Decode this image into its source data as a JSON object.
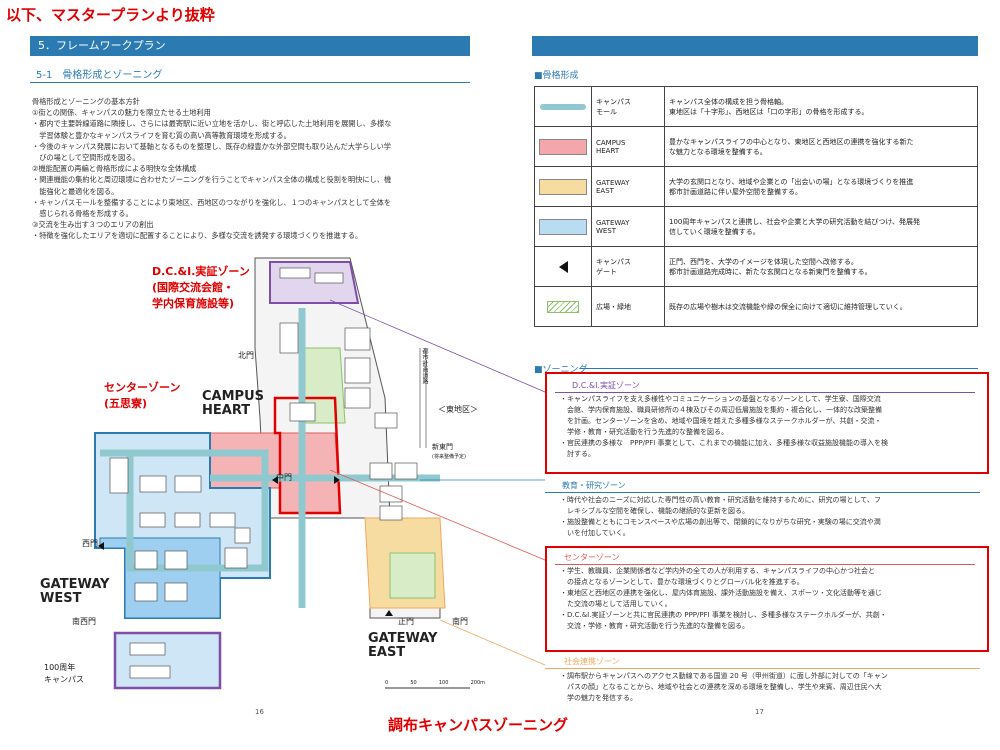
{
  "top_title": "以下、マスタープランより抜粋",
  "bottom_title": "調布キャンパスゾーニング",
  "left_page": {
    "header": "5．フレームワークプラン",
    "section": "5-1　骨格形成とゾーニング",
    "lines": [
      "骨格形成とゾーニングの基本方針",
      "①街との関係、キャンパスの魅力を際立たせる土地利用",
      "・都内で主要幹線道路に隣接し、さらには最寄駅に近い立地を活かし、街と呼応した土地利用を展開し、多様な",
      "　学習体験と豊かなキャンパスライフを育む質の高い高等教育環境を形成する。",
      "・今後のキャンパス発展において基軸となるものを整理し、既存の緑豊かな外部空間も取り込んだ大学らしい学",
      "　びの場として空間形成を図る。",
      "②機能配置の再編と骨格形成による明快な全体構成",
      "・関連機能の集約化と周辺環境に合わせたゾーニングを行うことでキャンパス全体の構成と役割を明快にし、機",
      "　能強化と最適化を図る。",
      "・キャンパスモールを整備することにより東地区、西地区のつながりを強化し、１つのキャンパスとして全体を",
      "　感じられる骨格を形成する。",
      "③交流を生み出す３つのエリアの創出",
      "・特徴を強化したエリアを適切に配置することにより、多様な交流を誘発する環境づくりを推進する。"
    ],
    "page_number": "16",
    "annotations": {
      "dci_zone": [
        "D.C.&I.実証ゾーン",
        "(国際交流会館・",
        "学内保育施設等)"
      ],
      "center_zone": [
        "センターゾーン",
        "(五思寮)"
      ]
    },
    "map": {
      "campus_heart": [
        "CAMPUS",
        "HEART"
      ],
      "gateway_west": [
        "GATEWAY",
        "WEST"
      ],
      "gateway_east": [
        "GATEWAY",
        "EAST"
      ],
      "hundred_year": [
        "100周年",
        "キャンパス"
      ],
      "north_gate": "北門",
      "west_gate": "西門",
      "southwest_gate": "南西門",
      "main_gate": "正門",
      "south_gate": "南門",
      "central_gate": "中門",
      "new_east_gate": [
        "新東門",
        "(将来整備予定)"
      ],
      "east_district": "＜東地区＞",
      "road_label": "都市計画道路",
      "scale_labels": [
        "0",
        "50",
        "100",
        "200m"
      ]
    }
  },
  "right_page": {
    "section": "■骨格形成",
    "legend": [
      {
        "name": [
          "キャンパス",
          "モール"
        ],
        "desc": [
          "キャンパス全体の構成を担う骨格軸。",
          "東地区は「十字形」、西地区は「口の字形」の骨格を形成する。"
        ],
        "color": "#8fc9cf",
        "kind": "line"
      },
      {
        "name": [
          "CAMPUS",
          "HEART"
        ],
        "desc": [
          "豊かなキャンパスライフの中心となり、東地区と西地区の連携を強化する新た",
          "な魅力となる環境を整備する。"
        ],
        "color": "#f4a7aa",
        "kind": "fill"
      },
      {
        "name": [
          "GATEWAY",
          "EAST"
        ],
        "desc": [
          "大学の玄関口となり、地域や企業との「出会いの場」となる環境づくりを推進",
          "都市計画道路に伴い屋外空間を整備する。"
        ],
        "color": "#f6dca0",
        "kind": "fill"
      },
      {
        "name": [
          "GATEWAY",
          "WEST"
        ],
        "desc": [
          "100周年キャンパスと連携し、社会や企業と大学の研究活動を結びつけ、発展発",
          "信していく環境を整備する。"
        ],
        "color": "#b9dcf2",
        "kind": "fill"
      },
      {
        "name": [
          "キャンパス",
          "ゲート"
        ],
        "desc": [
          "正門、西門を、大学のイメージを体現した空間へ改修する。",
          "都市計画道路完成時に、新たな玄関口となる新東門を整備する。"
        ],
        "color": "#111111",
        "kind": "gate"
      },
      {
        "name": [
          "広場・緑地"
        ],
        "desc": [
          "既存の広場や樹木は交流機能や緑の保全に向けて適切に維持管理していく。"
        ],
        "color": "#8ac46a",
        "kind": "hatch"
      }
    ],
    "zoning_title": "■ゾーニング",
    "zones": [
      {
        "title": "D.C.&I.実証ゾーン",
        "color": "#7d4fa8",
        "lines": [
          "・キャンパスライフを支え多様性やコミュニケーションの基盤となるゾーンとして、学生寮、国際交流",
          "　会館、学内保育施設、職員研修所の４棟及びその周辺低層施設を集約・複合化し、一体的な改築整備",
          "　を計画。センターゾーンを含め、地域や国境を越えた多種多様なステークホルダーが、共創・交流・",
          "　学修・教育・研究活動を行う先進的な整備を図る。",
          "・官民連携の多様な　PPP/PFI 事業として、これまでの機能に加え、多種多様な収益施設機能の導入を検",
          "　討する。"
        ]
      },
      {
        "title": "教育・研究ゾーン",
        "color": "#2b7bb2",
        "lines": [
          "・時代や社会のニーズに対応した専門性の高い教育・研究活動を維持するために、研究の場として、フ",
          "　レキシブルな空間を確保し、機能の継続的な更新を図る。",
          "・施設整備とともにコモンスペースや広場の創出等で、閉鎖的になりがちな研究・実験の場に交流や潤",
          "　いを付加していく。"
        ]
      },
      {
        "title": "センターゾーン",
        "color": "#e05a5a",
        "lines": [
          "・学生、教職員、企業関係者など学内外の全ての人が利用する、キャンパスライフの中心かつ社会と",
          "　の接点となるゾーンとして、豊かな環境づくりとグローバル化を推進する。",
          "・東地区と西地区の連携を強化し、屋内体育施設、課外活動施設を備え、スポーツ・文化活動等を通じ",
          "　た交流の場として活用していく。",
          "・D.C.&I.実証ゾーンと共に官民連携の PPP/PFI 事業を検討し、多種多様なステークホルダーが、共創・",
          "　交流・学修・教育・研究活動を行う先進的な整備を図る。"
        ]
      },
      {
        "title": "社会連携ゾーン",
        "color": "#f0a860",
        "lines": [
          "・調布駅からキャンパスへのアクセス動線である国道 20 号（甲州街道）に面し外部に対しての「キャン",
          "　パスの顔」となることから、地域や社会との連携を深める環境を整備し、学生や来賓、周辺住民へ大",
          "　学の魅力を発信する。"
        ]
      }
    ],
    "page_number": "17"
  }
}
